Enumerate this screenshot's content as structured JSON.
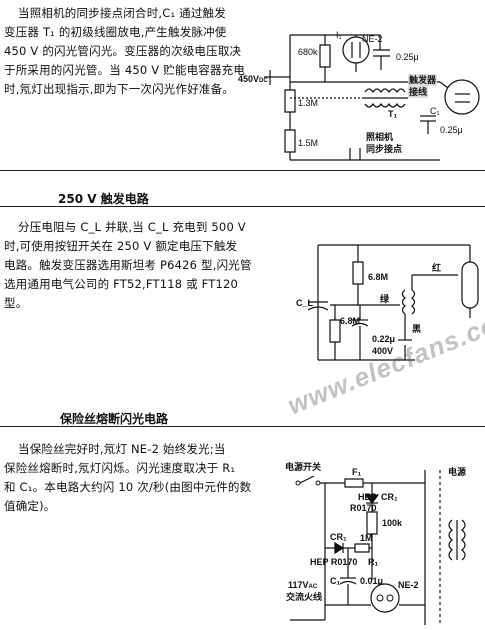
{
  "section1": {
    "lines": [
      "当照相机的同步接点闭合时,C₁ 通过触发",
      "变压器 T₁ 的初级线圈放电,产生触发脉冲使",
      "450 V 的闪光管闪光。变压器的次级电压取决",
      "于所采用的闪光管。当 450 V 贮能电容器充电",
      "时,氖灯出现指示,即为下一次闪光作好准备。"
    ],
    "labels": {
      "r1": "680k",
      "i1": "I₁",
      "ne": "NE-2",
      "c_top": "0.25μ",
      "v450": "450V",
      "dc": "DC",
      "r2": "1.3M",
      "t1": "T₁",
      "c1": "C₁",
      "trig": "触发器",
      "trig2": "接线",
      "r3": "1.5M",
      "c_bot": "0.25μ",
      "sync1": "照相机",
      "sync2": "同步接点"
    }
  },
  "section2": {
    "heading": "250 V 触发电路",
    "lines": [
      "分压电阻与 C_L 并联,当 C_L 充电到 500 V",
      "时,可使用按钮开关在 250 V 额定电压下触发",
      "电路。触发变压器选用斯坦考 P6426 型,闪光管",
      "选用通用电气公司的 FT52,FT118 或 FT120",
      "型。"
    ],
    "labels": {
      "r1": "6.8M",
      "red": "红",
      "cl": "C_L",
      "green": "绿",
      "r2": "6.8M",
      "black": "黑",
      "cap": "0.22μ",
      "volt": "400V"
    }
  },
  "section3": {
    "heading": "保险丝熔断闪光电路",
    "lines": [
      "当保险丝完好时,氖灯 NE-2 始终发光;当",
      "保险丝熔断时,氖灯闪烁。闪光速度取决于 R₁",
      "和 C₁。本电路大约闪 10 次/秒(由图中元件的数",
      "值确定)。"
    ],
    "labels": {
      "switch": "电源开关",
      "f1": "F₁",
      "power": "电源",
      "hep1": "HEP",
      "cr1": "CR₁",
      "r0170a": "R0170",
      "r100k": "100k",
      "cr": "CR₁",
      "hep2": "HEP R0170",
      "r1m": "1M",
      "r1": "R₁",
      "vac": "117V",
      "vacsub": "AC",
      "mains": "交流火线",
      "c1": "C₁",
      "cval": "0.01μ",
      "ne": "NE-2"
    }
  },
  "watermark": "www.elecfans.com"
}
